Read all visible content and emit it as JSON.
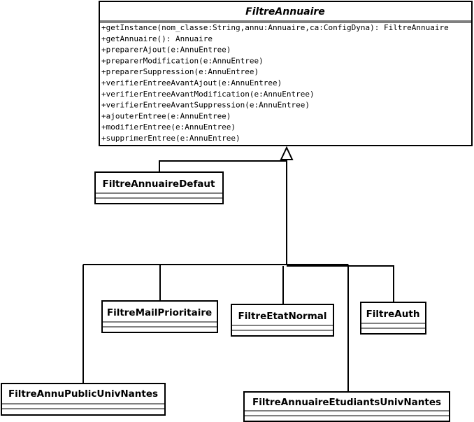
{
  "base_class": {
    "name": "FiltreAnnuaire",
    "methods": [
      "+getInstance(nom_classe:String,annu:Annuaire,ca:ConfigDyna): FiltreAnnuaire",
      "+getAnnuaire(): Annuaire",
      "+preparerAjout(e:AnnuEntree)",
      "+preparerModification(e:AnnuEntree)",
      "+preparerSuppression(e:AnnuEntree)",
      "+verifierEntreeAvantAjout(e:AnnuEntree)",
      "+verifierEntreeAvantModification(e:AnnuEntree)",
      "+verifierEntreeAvantSuppression(e:AnnuEntree)",
      "+ajouterEntree(e:AnnuEntree)",
      "+modifierEntree(e:AnnuEntree)",
      "+supprimerEntree(e:AnnuEntree)"
    ]
  },
  "subclasses": [
    "FiltreAnnuaireDefaut",
    "FiltreMailPrioritaire",
    "FiltreEtatNormal",
    "FiltreAuth",
    "FiltreAnnuPublicUnivNantes",
    "FiltreAnnuaireEtudiantsUnivNantes"
  ]
}
